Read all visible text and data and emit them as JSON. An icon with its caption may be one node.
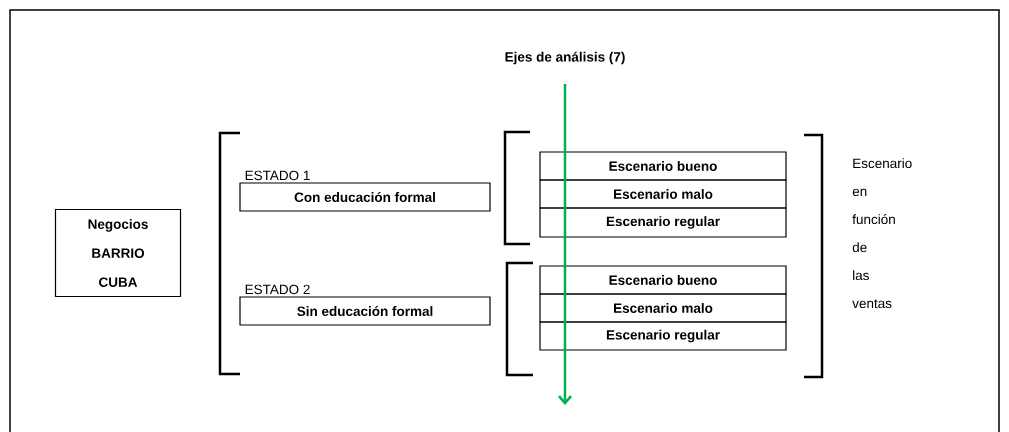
{
  "diagram": {
    "nodes": [
      {
        "text": [
          "Negocios BARRIO CUBA"
        ]
      },
      {
        "text": [
          "ESTADO 1",
          "Con educación formal"
        ]
      },
      {
        "text": [
          "ESTADO 2",
          "Sin educación formal"
        ]
      },
      {
        "text": [
          "Escenario bueno"
        ]
      },
      {
        "text": [
          "Escenario malo"
        ]
      },
      {
        "text": [
          "Escenario regular"
        ]
      },
      {
        "text": [
          "Escenario bueno"
        ]
      },
      {
        "text": [
          "Escenario malo"
        ]
      },
      {
        "text": [
          "Escenario regular"
        ]
      }
    ],
    "labels": [
      "Ejes de análisis (7)",
      "Escenario en función de las ventas"
    ]
  }
}
